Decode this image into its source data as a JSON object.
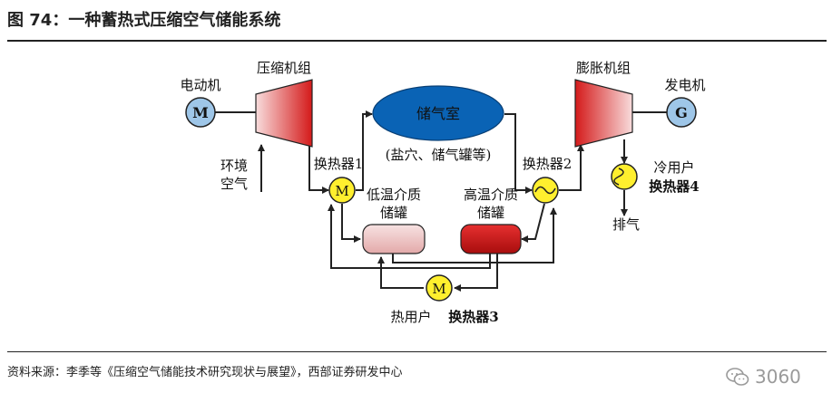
{
  "figure": {
    "title": "图 74：一种蓄热式压缩空气储能系统"
  },
  "diagram": {
    "motor": {
      "label": "电动机",
      "symbol": "M"
    },
    "compressor": {
      "label": "压缩机组"
    },
    "ambient_air": {
      "line1": "环境",
      "line2": "空气"
    },
    "storage": {
      "label": "储气室",
      "sublabel": "(盐穴、储气罐等)"
    },
    "hx1": {
      "label": "换热器1",
      "symbol": "M"
    },
    "hx2": {
      "label": "换热器2"
    },
    "hx3": {
      "label": "换热器3",
      "symbol": "M"
    },
    "hx4": {
      "line1": "冷用户",
      "line2": "换热器4"
    },
    "low_temp_tank": {
      "line1": "低温介质",
      "line2": "储罐"
    },
    "high_temp_tank": {
      "line1": "高温介质",
      "line2": "储罐"
    },
    "expander": {
      "label": "膨胀机组"
    },
    "generator": {
      "label": "发电机",
      "symbol": "G"
    },
    "exhaust": {
      "label": "排气"
    },
    "heat_user": {
      "label": "热用户"
    }
  },
  "footer": {
    "source": "资料来源：李季等《压缩空气储能技术研究现状与展望》，西部证券研发中心",
    "watermark": "3060"
  },
  "colors": {
    "circle_blue": "#9ec6e8",
    "storage_blue": "#0a63b5",
    "hx_yellow": "#ffef2e",
    "hot_red": "#d41a1a"
  }
}
